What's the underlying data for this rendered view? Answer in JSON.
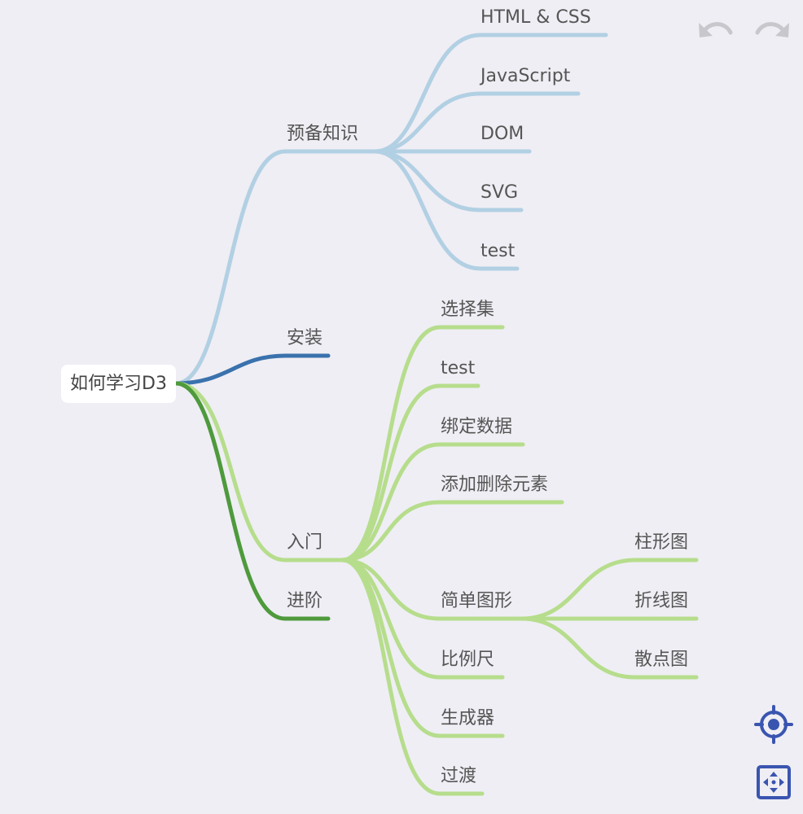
{
  "toolbar": {
    "undo_icon": "undo-icon",
    "redo_icon": "redo-icon",
    "undo_color": "#c8c8cc",
    "redo_color": "#c8c8cc"
  },
  "controls": {
    "locate_icon": "target-icon",
    "fit_icon": "fit-view-icon",
    "color": "#3a55b0"
  },
  "colors": {
    "prep": "#b2d0e3",
    "install": "#3a72ad",
    "intro": "#b6dd8c",
    "advanced": "#4e9a3c",
    "text": "#555555"
  },
  "mindmap": {
    "root": "如何学习D3",
    "branches": [
      {
        "label": "预备知识",
        "children": [
          "HTML & CSS",
          "JavaScript",
          "DOM",
          "SVG",
          "test"
        ]
      },
      {
        "label": "安装",
        "children": []
      },
      {
        "label": "入门",
        "children": [
          "选择集",
          "test",
          "绑定数据",
          "添加删除元素",
          "简单图形",
          "比例尺",
          "生成器",
          "过渡"
        ],
        "subchildren": {
          "简单图形": [
            "柱形图",
            "折线图",
            "散点图"
          ]
        }
      },
      {
        "label": "进阶",
        "children": []
      }
    ]
  }
}
